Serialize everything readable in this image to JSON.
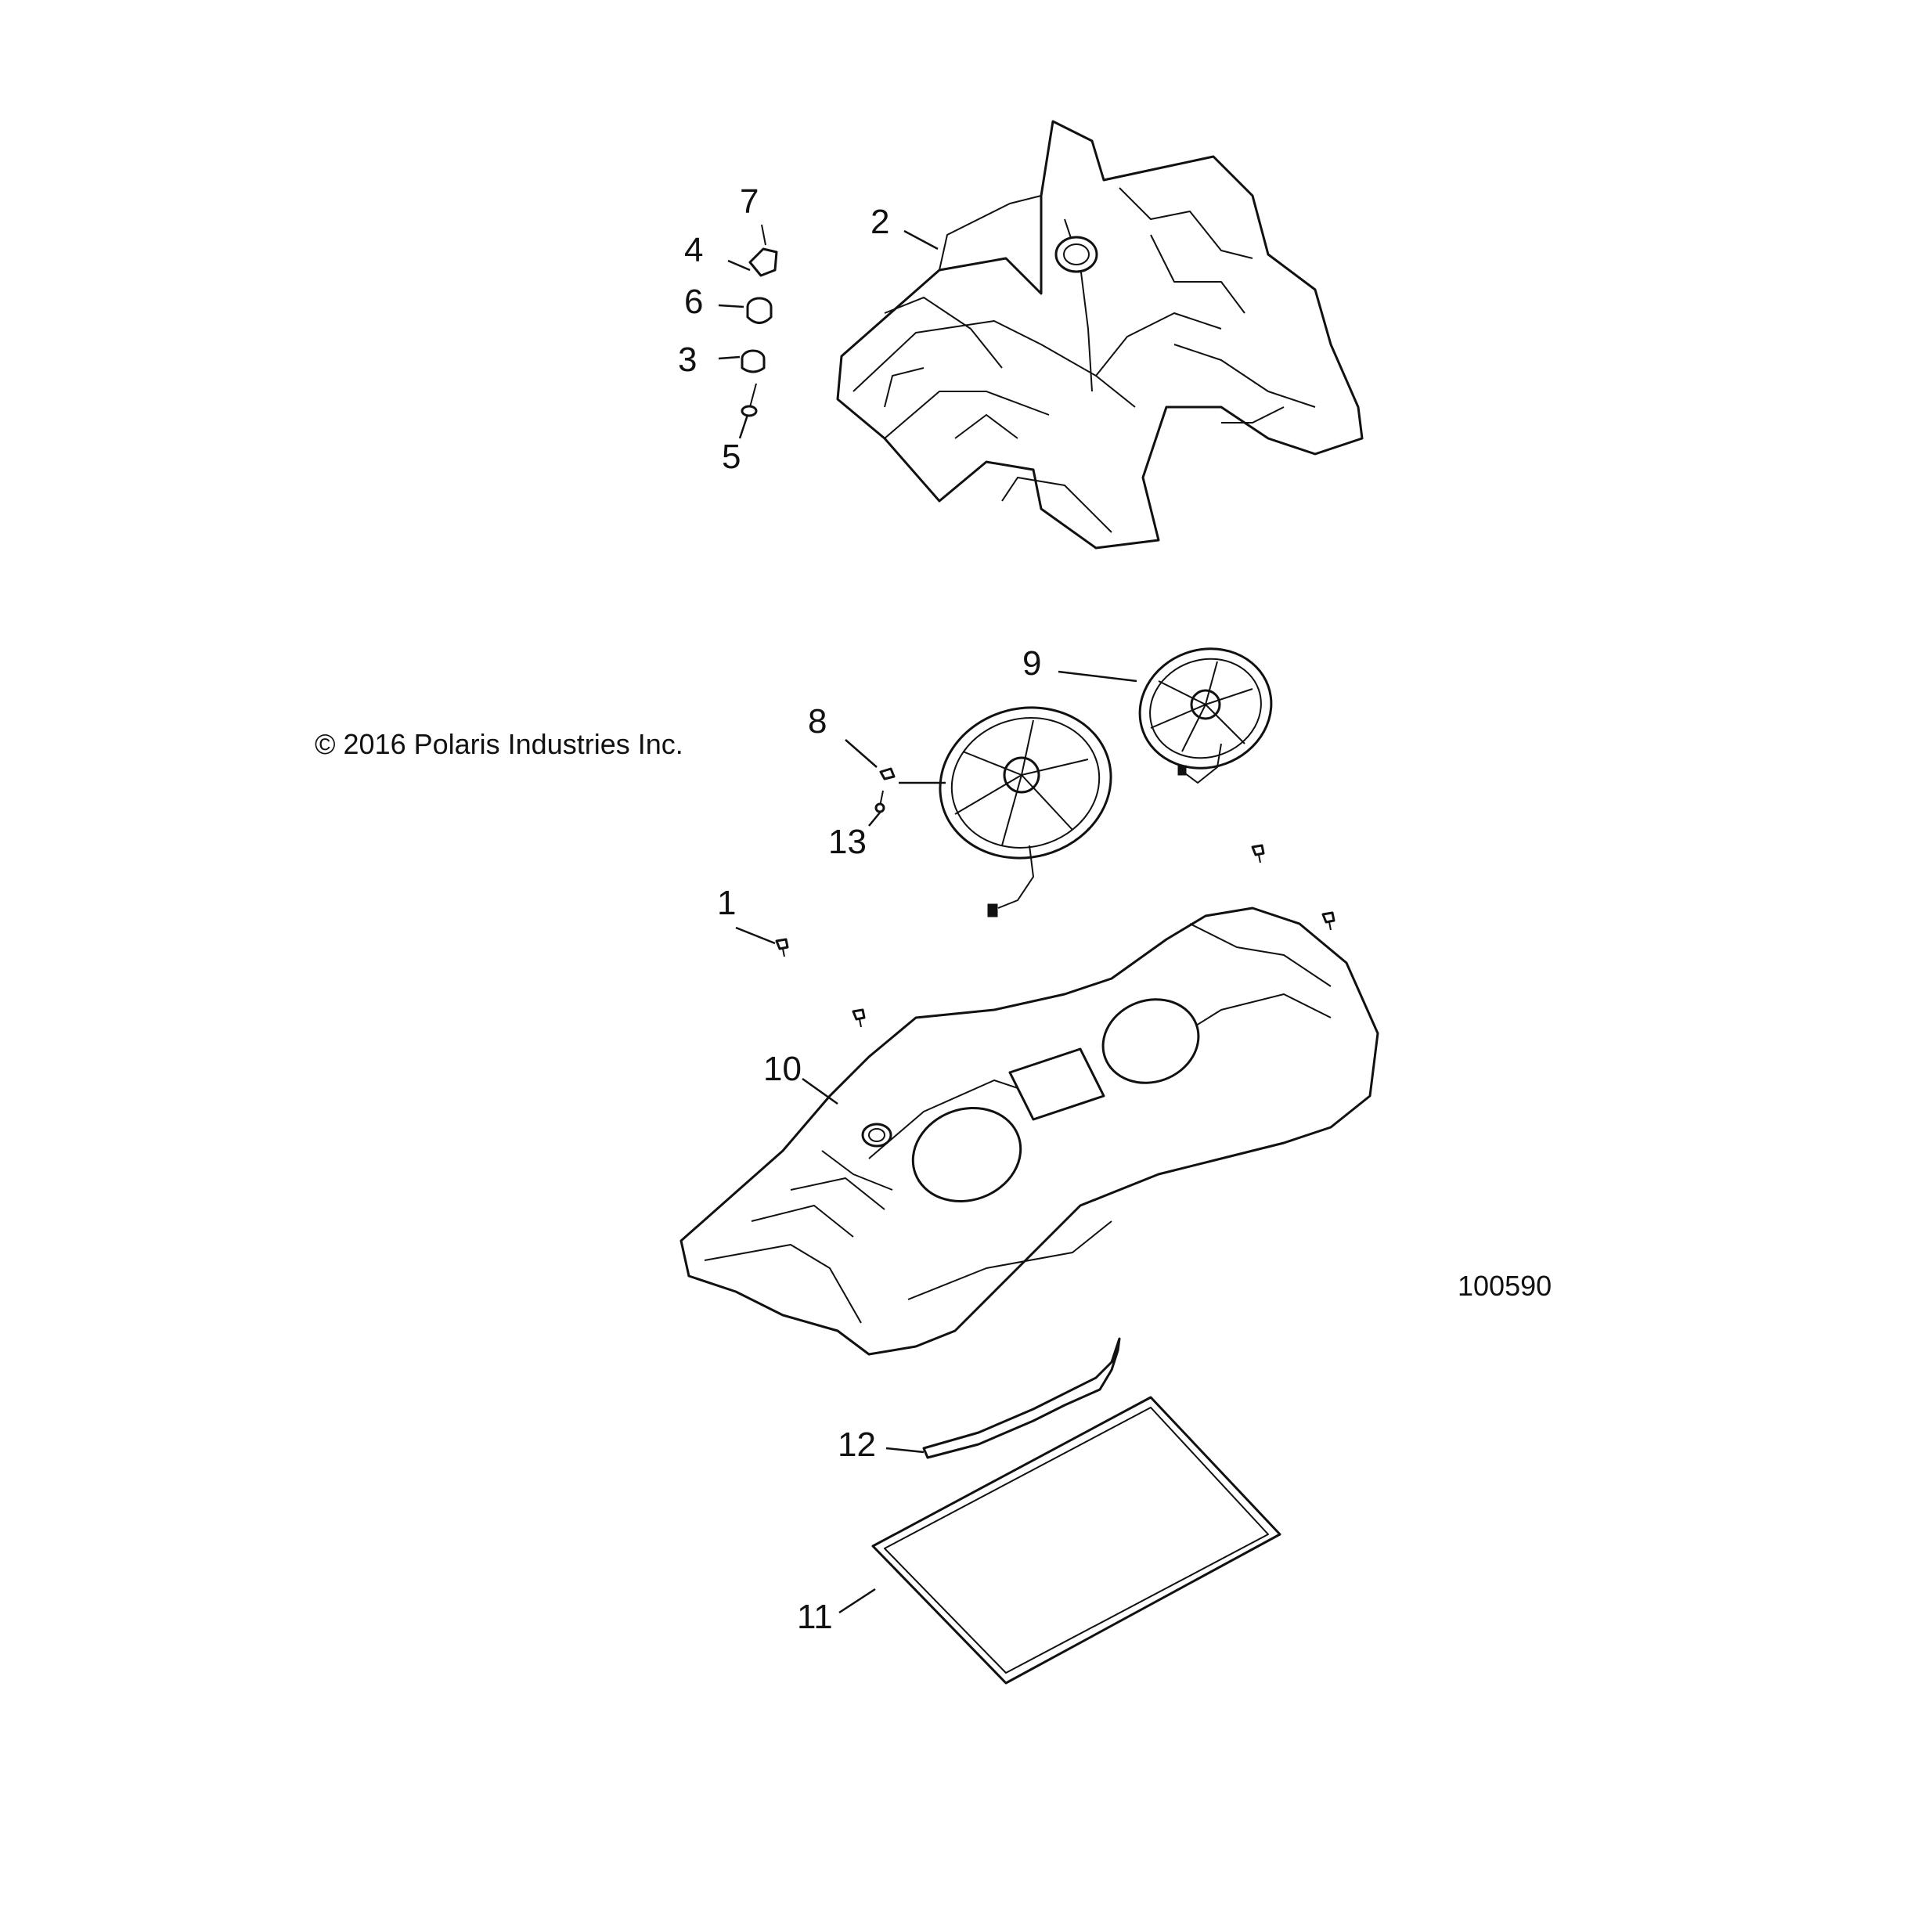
{
  "copyright": "© 2016 Polaris Industries Inc.",
  "figure_id": "100590",
  "callouts": [
    "1",
    "2",
    "3",
    "4",
    "5",
    "6",
    "7",
    "8",
    "9",
    "10",
    "11",
    "12",
    "13"
  ],
  "colors": {
    "line": "#111111",
    "background": "#ffffff"
  }
}
